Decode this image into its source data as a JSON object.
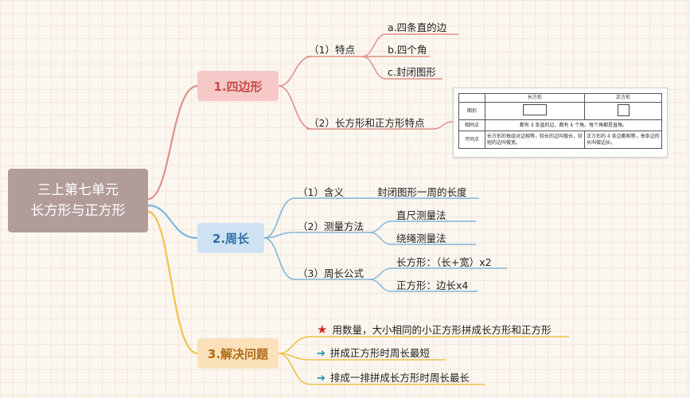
{
  "root": {
    "line1": "三上第七单元",
    "line2": "长方形与正方形"
  },
  "branch1": {
    "title": "1.四边形",
    "sub1": {
      "label": "（1）特点",
      "items": [
        "a.四条直的边",
        "b.四个角",
        "c.封闭图形"
      ]
    },
    "sub2": {
      "label": "（2）长方形和正方形特点"
    }
  },
  "table": {
    "headers": [
      "",
      "长方形",
      "正方形"
    ],
    "rows": [
      {
        "label": "图形"
      },
      {
        "label": "相同点",
        "text": "都有 4 条直的边，都有 4 个角，每个角都是直角。"
      },
      {
        "label": "不同点",
        "col1": "长方形的每组对边相等，较长的边叫做长，较短的边叫做宽。",
        "col2": "正方形的 4 条边都相等，每条边的长叫做边长。"
      }
    ]
  },
  "branch2": {
    "title": "2.周长",
    "sub1": {
      "label": "（1）含义",
      "item": "封闭图形一周的长度"
    },
    "sub2": {
      "label": "（2）测量方法",
      "items": [
        "直尺测量法",
        "绕绳测量法"
      ]
    },
    "sub3": {
      "label": "（3）周长公式",
      "items": [
        "长方形：（长+宽）x2",
        "正方形：边长x4"
      ]
    }
  },
  "branch3": {
    "title": "3.解决问题",
    "items": [
      {
        "icon": "star-icon",
        "text": "用数量，大小相同的小正方形拼成长方形和正方形"
      },
      {
        "icon": "arrow-right-icon",
        "text": "拼成正方形时周长最短"
      },
      {
        "icon": "arrow-right-icon",
        "text": "排成一排拼成长方形时周长最长"
      }
    ]
  },
  "colors": {
    "branch1": "#e0908a",
    "branch2": "#7fb6dc",
    "branch3": "#f0c24a"
  }
}
